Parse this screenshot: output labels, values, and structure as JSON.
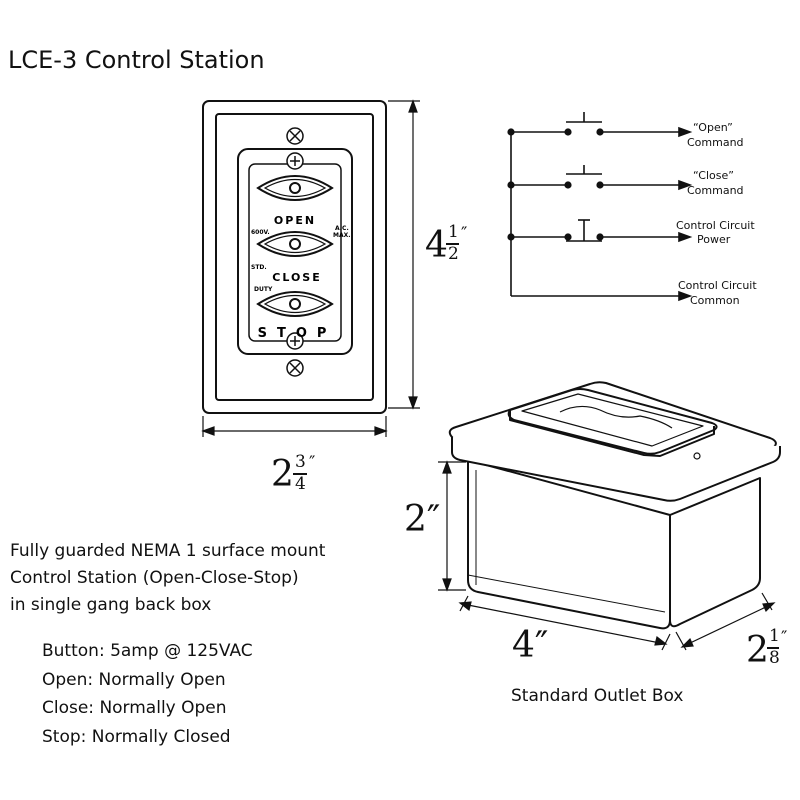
{
  "title": "LCE-3 Control Station",
  "description": [
    "Fully guarded NEMA 1 surface mount",
    "Control Station (Open-Close-Stop)",
    "in single gang back box"
  ],
  "specs": [
    "Button: 5amp @ 125VAC",
    "Open: Normally Open",
    "Close: Normally Open",
    "Stop: Normally Closed"
  ],
  "faceplate": {
    "labels": [
      "OPEN",
      "CLOSE",
      "STOP"
    ],
    "rating_lines": [
      "600V.",
      "STD.",
      "DUTY"
    ],
    "ac_lines": [
      "A.C.",
      "MAX."
    ]
  },
  "dimensions": {
    "height": {
      "whole": "4",
      "numerator": "1",
      "denominator": "2",
      "mark": "″"
    },
    "width": {
      "whole": "2",
      "numerator": "3",
      "denominator": "4",
      "mark": "″"
    },
    "box_height": "2″",
    "box_length": "4″",
    "box_depth": {
      "whole": "2",
      "numerator": "1",
      "denominator": "8",
      "mark": "″"
    }
  },
  "schematic": {
    "outputs": [
      {
        "line1": "“Open”",
        "line2": "Command"
      },
      {
        "line1": "“Close”",
        "line2": "Command"
      },
      {
        "line1": "Control Circuit",
        "line2": "Power"
      },
      {
        "line1": "Control Circuit",
        "line2": "Common"
      }
    ]
  },
  "box_caption": "Standard Outlet Box"
}
